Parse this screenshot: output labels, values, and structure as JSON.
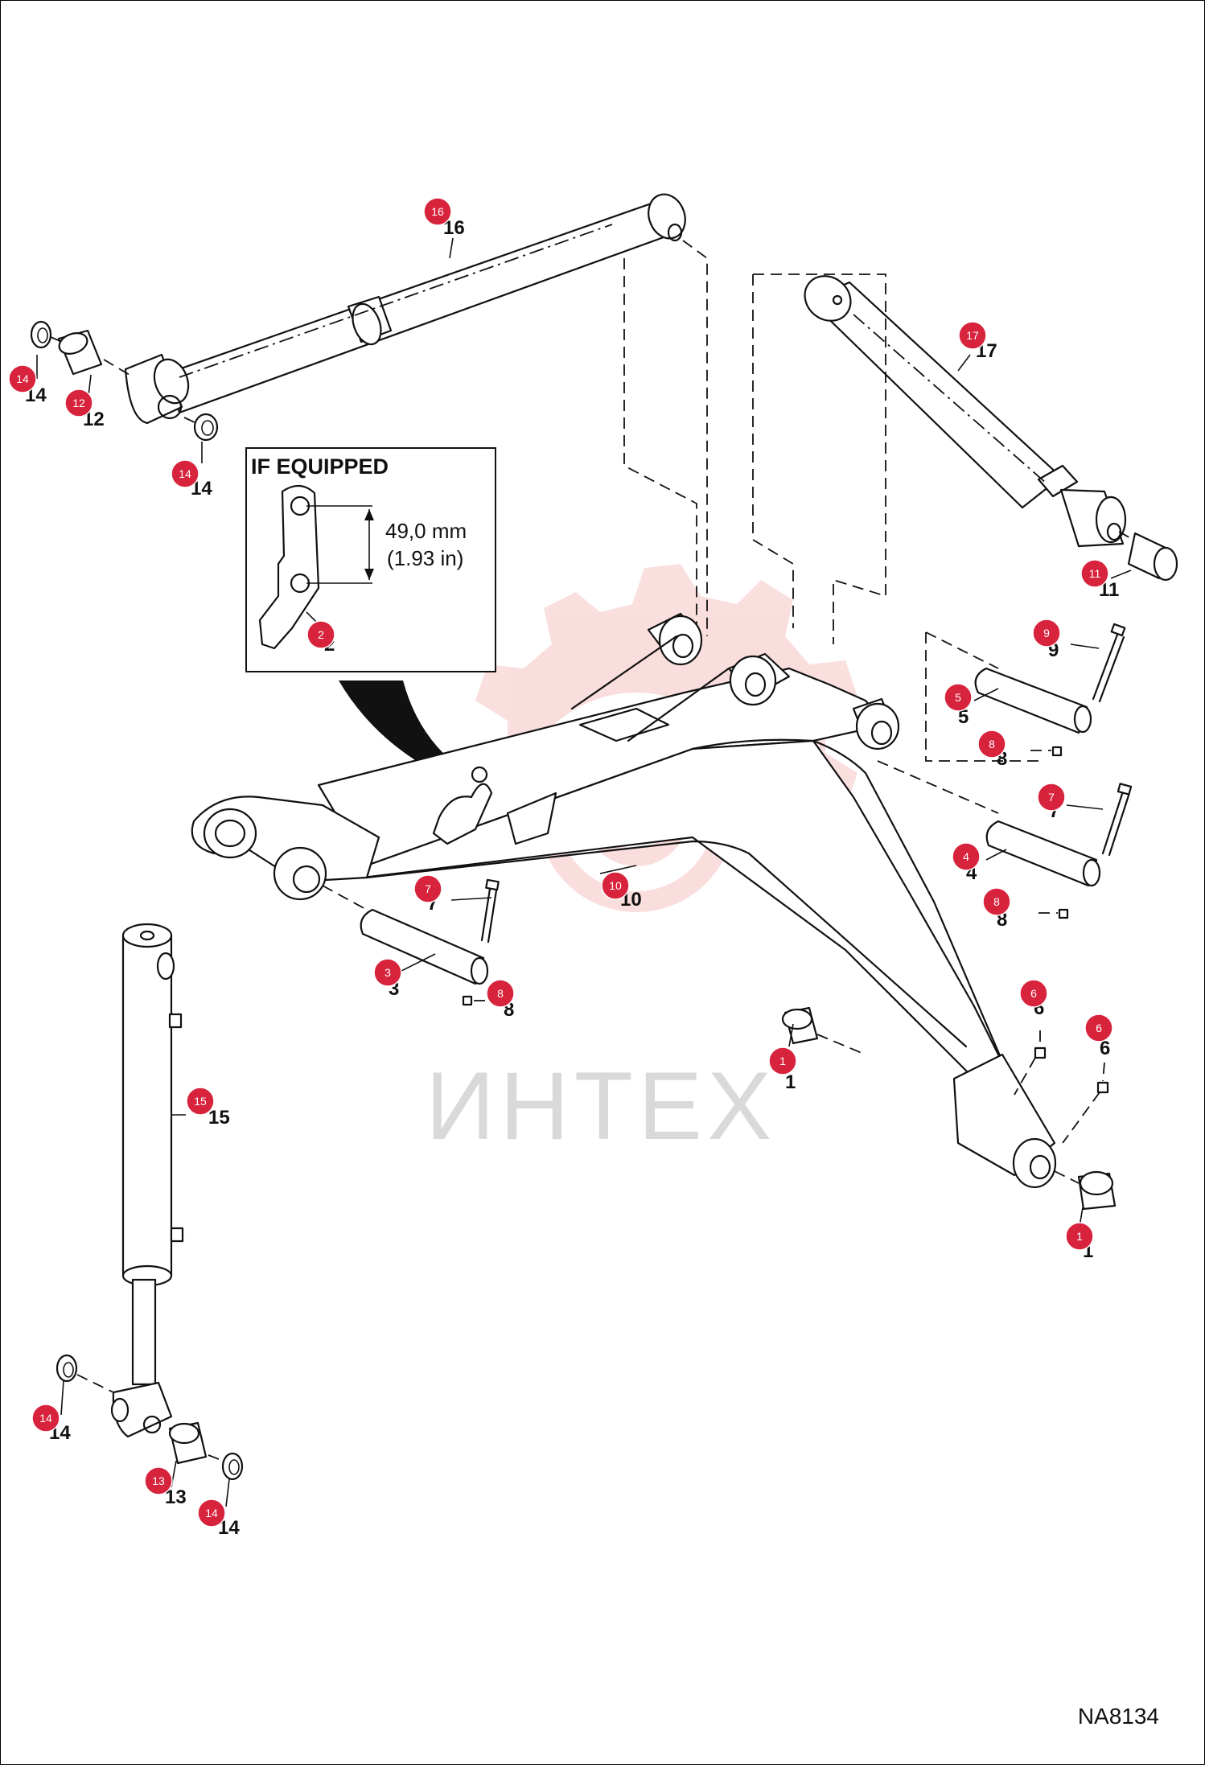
{
  "watermark": {
    "text": "ИНТЕХ",
    "color": "#f0b8b8"
  },
  "inset": {
    "title": "IF EQUIPPED",
    "dim_metric": "49,0 mm",
    "dim_imperial": "(1.93 in)",
    "part_label": "2"
  },
  "drawing_id": "NA8134",
  "badge_color": "#d8233d",
  "callouts": [
    {
      "id": "16",
      "label": "16"
    },
    {
      "id": "17",
      "label": "17"
    },
    {
      "id": "14a",
      "label": "14"
    },
    {
      "id": "12",
      "label": "12"
    },
    {
      "id": "14b",
      "label": "14"
    },
    {
      "id": "2",
      "label": "2"
    },
    {
      "id": "11",
      "label": "11"
    },
    {
      "id": "9",
      "label": "9"
    },
    {
      "id": "5",
      "label": "5"
    },
    {
      "id": "8a",
      "label": "8"
    },
    {
      "id": "7a",
      "label": "7"
    },
    {
      "id": "4",
      "label": "4"
    },
    {
      "id": "8b",
      "label": "8"
    },
    {
      "id": "7b",
      "label": "7"
    },
    {
      "id": "10",
      "label": "10"
    },
    {
      "id": "3",
      "label": "3"
    },
    {
      "id": "8c",
      "label": "8"
    },
    {
      "id": "6a",
      "label": "6"
    },
    {
      "id": "6b",
      "label": "6"
    },
    {
      "id": "1a",
      "label": "1"
    },
    {
      "id": "1b",
      "label": "1"
    },
    {
      "id": "15",
      "label": "15"
    },
    {
      "id": "14c",
      "label": "14"
    },
    {
      "id": "13",
      "label": "13"
    },
    {
      "id": "14d",
      "label": "14"
    }
  ]
}
